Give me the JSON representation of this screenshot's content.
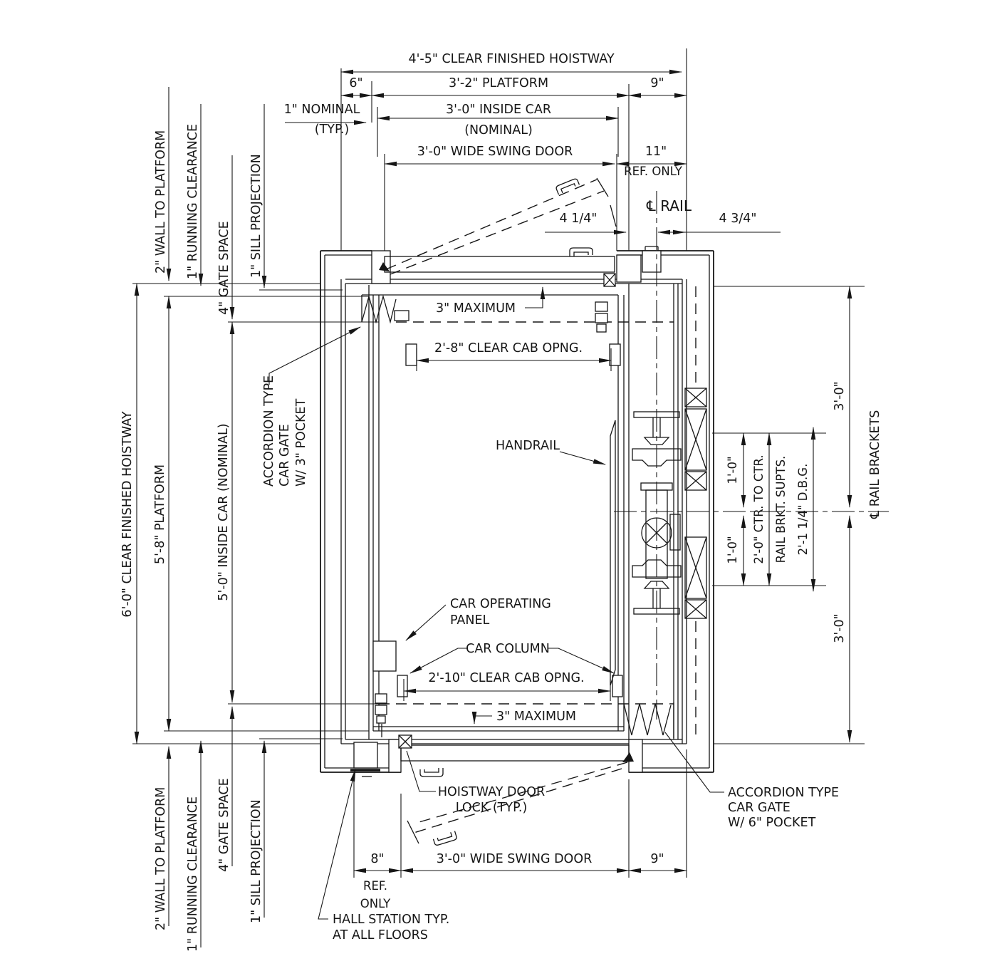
{
  "drawing": {
    "type": "elevator hoistway plan section",
    "colors": {
      "line": "#161616",
      "background": "#ffffff"
    }
  },
  "dims_top": {
    "hoistway": "4'-5\" CLEAR FINISHED HOISTWAY",
    "six": "6\"",
    "platform": "3'-2\" PLATFORM",
    "nine": "9\"",
    "nominal1": "1\" NOMINAL",
    "nominal2": "(TYP.)",
    "inside_car1": "3'-0\" INSIDE CAR",
    "inside_car2": "(NOMINAL)",
    "swing_door": "3'-0\" WIDE SWING DOOR",
    "eleven": "11\"",
    "ref_only": "REF. ONLY",
    "q414": "4 1/4\"",
    "cl_rail": "℄ RAIL",
    "q434": "4 3/4\""
  },
  "dims_left": {
    "wall_to_platform": "2\" WALL TO PLATFORM",
    "running_clearance": "1\" RUNNING CLEARANCE",
    "gate_space": "4\" GATE SPACE",
    "sill_projection": "1\" SILL PROJECTION",
    "hoistway": "6'-0\" CLEAR FINISHED HOISTWAY",
    "platform": "5'-8\" PLATFORM",
    "inside_car": "5'-0\" INSIDE CAR (NOMINAL)"
  },
  "dims_right": {
    "three_ft_top": "3'-0\"",
    "three_ft_bottom": "3'-0\"",
    "one_ft_top": "1'-0\"",
    "one_ft_bottom": "1'-0\"",
    "ctr_to_ctr1": "2'-0\" CTR. TO CTR.",
    "ctr_to_ctr2": "RAIL BRKT. SUPTS.",
    "dbg": "2'-1 1/4\" D.B.G.",
    "cl_rail_brackets": "℄ RAIL BRACKETS"
  },
  "labels": {
    "max_top": "3\" MAXIMUM",
    "max_bottom": "3\" MAXIMUM",
    "clear_cab_top": "2'-8\" CLEAR CAB OPNG.",
    "clear_cab_bottom": "2'-10\" CLEAR CAB OPNG.",
    "handrail": "HANDRAIL",
    "cop1": "CAR OPERATING",
    "cop2": "PANEL",
    "car_column": "CAR COLUMN",
    "gate_left1": "ACCORDION TYPE",
    "gate_left2": "CAR GATE",
    "gate_left3": "W/ 3\" POCKET",
    "gate_right1": "ACCORDION TYPE",
    "gate_right2": "CAR GATE",
    "gate_right3": "W/ 6\" POCKET",
    "door_lock1": "HOISTWAY DOOR",
    "door_lock2": "LOCK (TYP.)",
    "hall1": "HALL STATION TYP.",
    "hall2": "AT ALL FLOORS"
  },
  "dims_bottom": {
    "eight": "8\"",
    "ref1": "REF.",
    "ref2": "ONLY",
    "swing_door": "3'-0\" WIDE SWING DOOR",
    "nine": "9\""
  }
}
